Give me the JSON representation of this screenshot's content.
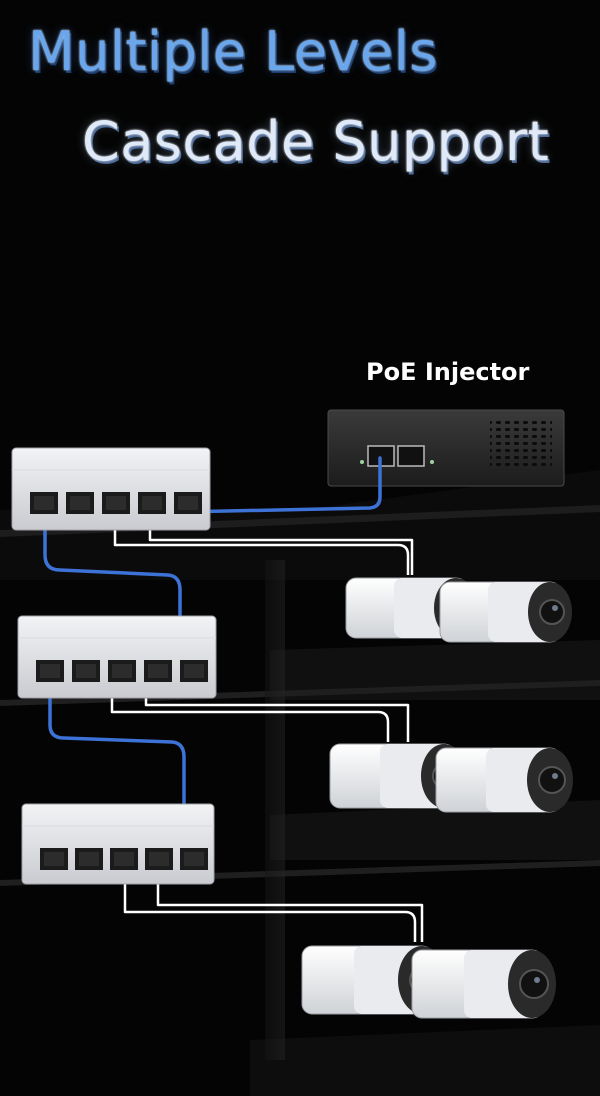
{
  "title": {
    "line1": "Multiple Levels",
    "line2": "Cascade Support"
  },
  "labels": {
    "injector": "PoE Injector"
  },
  "colors": {
    "title_line1": "#6aa6ec",
    "title_line2": "#dfe9f7",
    "uplink_cable": "#3d72d6",
    "camera_cable": "#ffffff",
    "background": "#040404"
  },
  "devices": {
    "injector": "poe-injector",
    "switches": [
      "poe-switch",
      "poe-switch",
      "poe-switch"
    ],
    "cameras": [
      "bullet-camera",
      "bullet-camera",
      "bullet-camera",
      "bullet-camera",
      "bullet-camera",
      "bullet-camera"
    ]
  }
}
